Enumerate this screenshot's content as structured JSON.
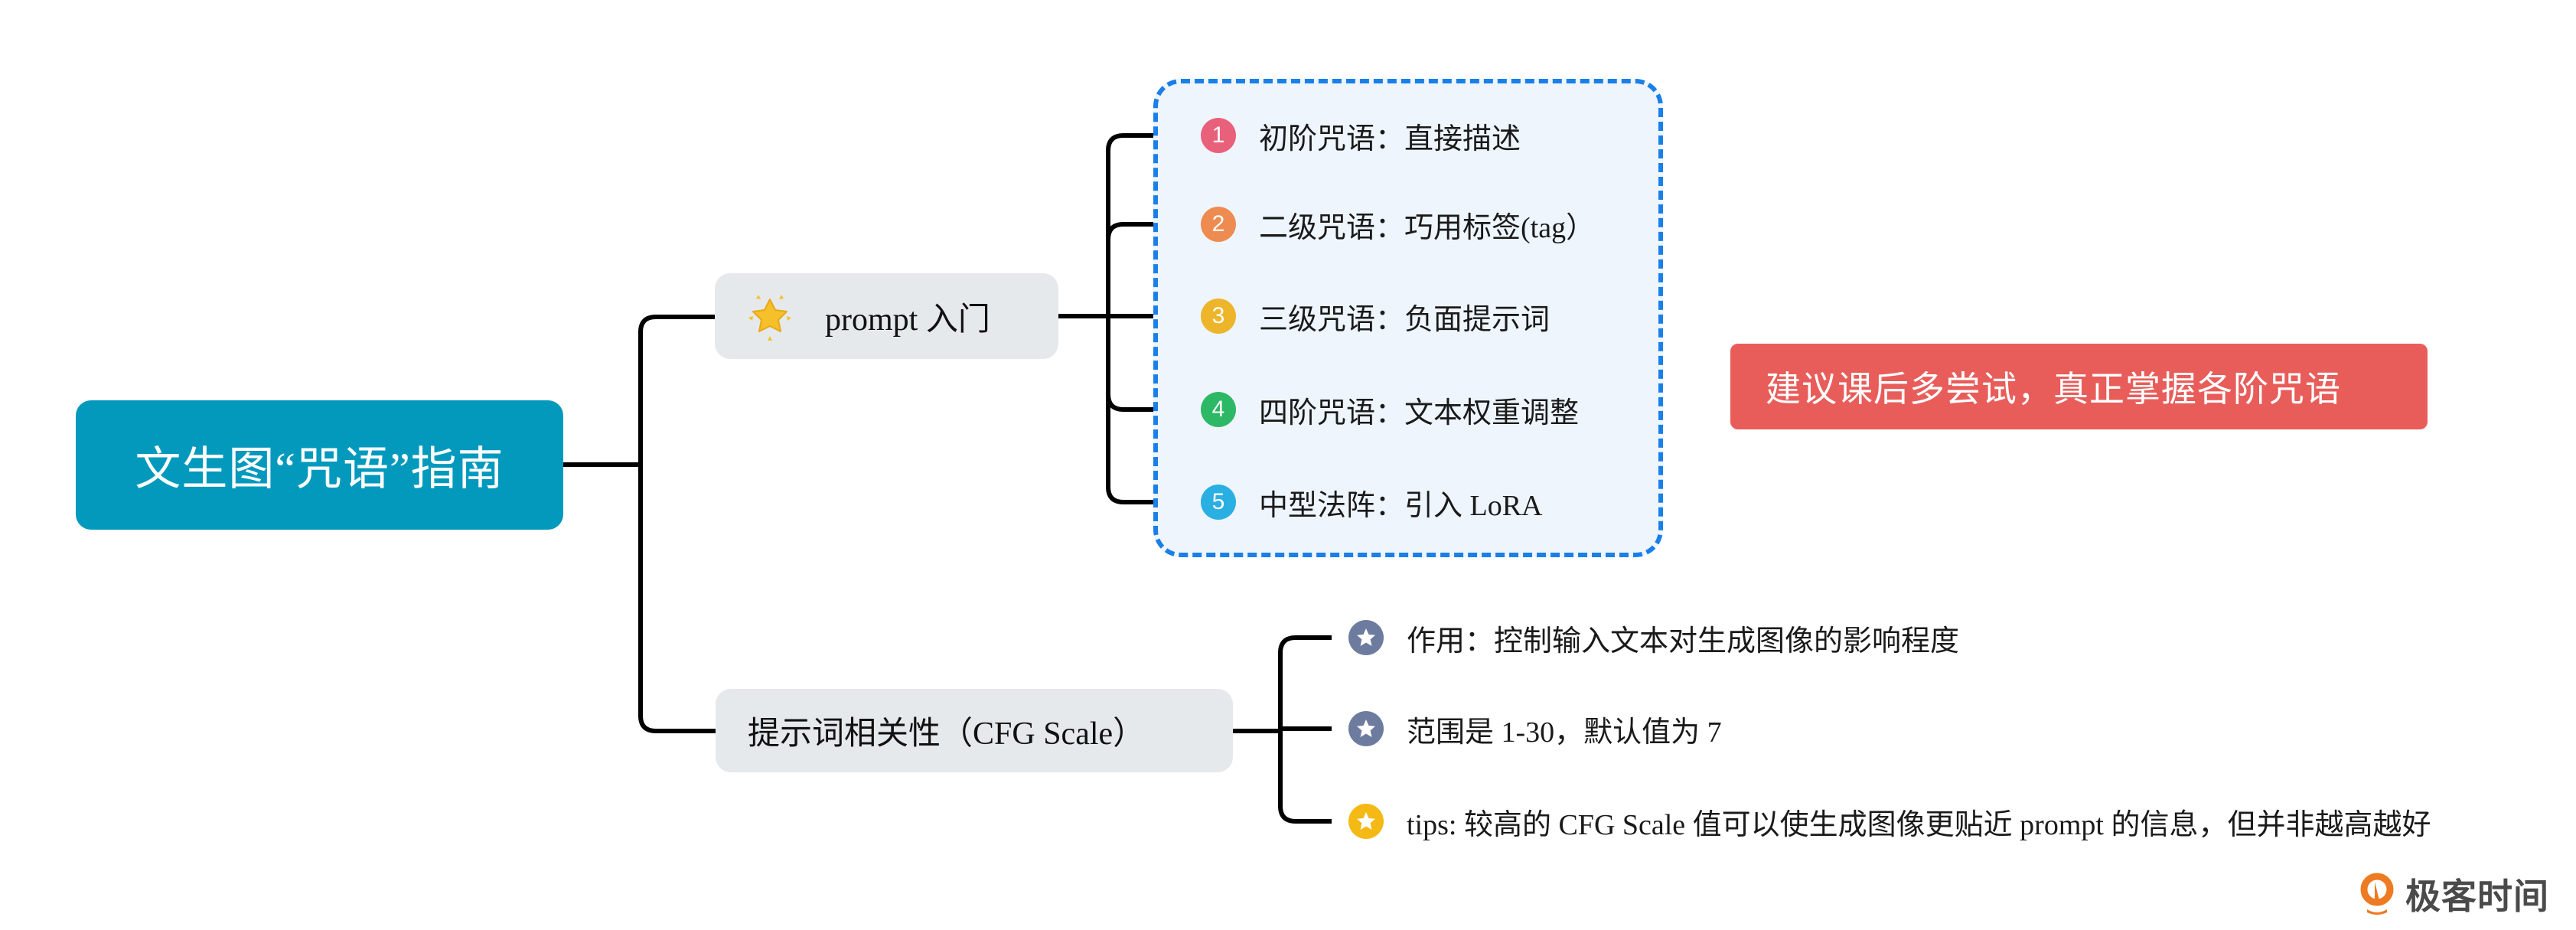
{
  "root": {
    "title": "文生图“咒语”指南",
    "color": "#0399BD"
  },
  "branches": {
    "prompt": {
      "label": "prompt 入门",
      "icon": "sparkling-star-icon",
      "items": [
        {
          "num": "1",
          "label": "初阶咒语：直接描述",
          "color": "#E8607A"
        },
        {
          "num": "2",
          "label": "二级咒语：巧用标签(tag）",
          "color": "#EE8B50"
        },
        {
          "num": "3",
          "label": "三级咒语：负面提示词",
          "color": "#EDB52A"
        },
        {
          "num": "4",
          "label": "四阶咒语：文本权重调整",
          "color": "#2DB866"
        },
        {
          "num": "5",
          "label": "中型法阵：引入 LoRA",
          "color": "#2AAFE3"
        }
      ]
    },
    "cfg": {
      "label": "提示词相关性（CFG Scale）",
      "items": [
        {
          "label": "作用：控制输入文本对生成图像的影响程度",
          "icon": "star-badge-icon",
          "color": "#6D7C9E"
        },
        {
          "label": "范围是 1-30，默认值为 7",
          "icon": "star-badge-icon",
          "color": "#6D7C9E"
        },
        {
          "label": "tips: 较高的 CFG Scale 值可以使生成图像更贴近 prompt 的信息，但并非越高越好",
          "icon": "star-badge-icon",
          "color": "#F5B915"
        }
      ]
    }
  },
  "note": {
    "text": "建议课后多尝试，真正掌握各阶咒语",
    "color": "#E85D5A"
  },
  "logo": {
    "text": "极客时间",
    "color": "#EE7A22"
  }
}
